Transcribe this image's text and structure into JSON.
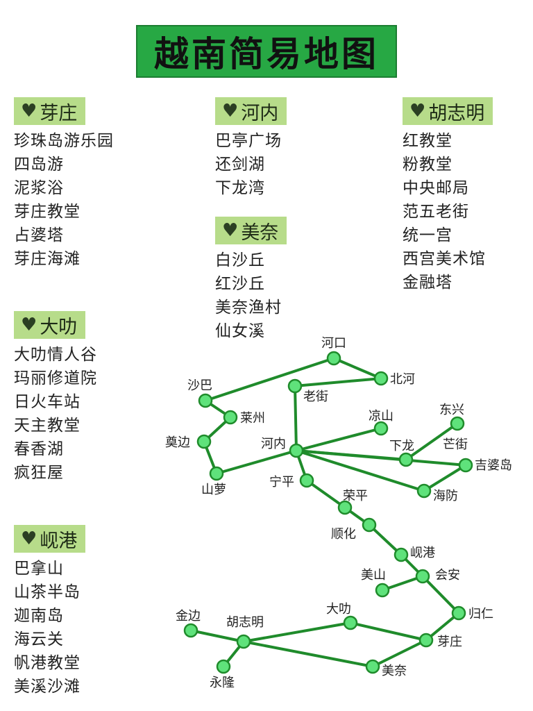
{
  "title": "越南简易地图",
  "sections": [
    {
      "name": "芽庄",
      "items": [
        "珍珠岛游乐园",
        "四岛游",
        "泥浆浴",
        "芽庄教堂",
        "占婆塔",
        "芽庄海滩"
      ]
    },
    {
      "name": "河内",
      "items": [
        "巴亭广场",
        "还剑湖",
        "下龙湾"
      ]
    },
    {
      "name": "胡志明",
      "items": [
        "红教堂",
        "粉教堂",
        "中央邮局",
        "范五老街",
        "统一宫",
        "西宫美术馆",
        "金融塔"
      ]
    },
    {
      "name": "美奈",
      "items": [
        "白沙丘",
        "红沙丘",
        "美奈渔村",
        "仙女溪"
      ]
    },
    {
      "name": "大叻",
      "items": [
        "大叻情人谷",
        "玛丽修道院",
        "日火车站",
        "天主教堂",
        "春香湖",
        "疯狂屋"
      ]
    },
    {
      "name": "岘港",
      "items": [
        "巴拿山",
        "山茶半岛",
        "迦南岛",
        "海云关",
        "帆港教堂",
        "美溪沙滩"
      ]
    }
  ],
  "map": {
    "nodes": [
      {
        "id": "hekou",
        "label": "河口"
      },
      {
        "id": "beihe",
        "label": "北河"
      },
      {
        "id": "laojie",
        "label": "老街"
      },
      {
        "id": "shaba",
        "label": "沙巴"
      },
      {
        "id": "laizhou",
        "label": "莱州"
      },
      {
        "id": "mobian",
        "label": "奠边"
      },
      {
        "id": "shanluo",
        "label": "山萝"
      },
      {
        "id": "hanoi",
        "label": "河内"
      },
      {
        "id": "liangshan",
        "label": "凉山"
      },
      {
        "id": "dongxing",
        "label": "东兴"
      },
      {
        "id": "mangjie",
        "label": "芒街"
      },
      {
        "id": "xialong",
        "label": "下龙"
      },
      {
        "id": "jipodao",
        "label": "吉婆岛"
      },
      {
        "id": "haifang",
        "label": "海防"
      },
      {
        "id": "ningping",
        "label": "宁平"
      },
      {
        "id": "rongping",
        "label": "荣平"
      },
      {
        "id": "shunhua",
        "label": "顺化"
      },
      {
        "id": "xiangang",
        "label": "岘港"
      },
      {
        "id": "huian",
        "label": "会安"
      },
      {
        "id": "meishan",
        "label": "美山"
      },
      {
        "id": "guiren",
        "label": "归仁"
      },
      {
        "id": "yazhuang",
        "label": "芽庄"
      },
      {
        "id": "dalat",
        "label": "大叻"
      },
      {
        "id": "meinai",
        "label": "美奈"
      },
      {
        "id": "hochiminh",
        "label": "胡志明"
      },
      {
        "id": "jinbian",
        "label": "金边"
      },
      {
        "id": "yonglong",
        "label": "永隆"
      }
    ],
    "edges": [
      [
        "shaba",
        "hekou"
      ],
      [
        "hekou",
        "beihe"
      ],
      [
        "beihe",
        "laojie"
      ],
      [
        "laojie",
        "hanoi"
      ],
      [
        "shaba",
        "laizhou"
      ],
      [
        "laizhou",
        "mobian"
      ],
      [
        "mobian",
        "shanluo"
      ],
      [
        "shanluo",
        "hanoi"
      ],
      [
        "hanoi",
        "liangshan"
      ],
      [
        "hanoi",
        "xialong"
      ],
      [
        "hanoi",
        "jipodao"
      ],
      [
        "hanoi",
        "haifang"
      ],
      [
        "haifang",
        "jipodao"
      ],
      [
        "xialong",
        "dongxing"
      ],
      [
        "hanoi",
        "ningping"
      ],
      [
        "ningping",
        "rongping"
      ],
      [
        "rongping",
        "shunhua"
      ],
      [
        "shunhua",
        "xiangang"
      ],
      [
        "xiangang",
        "huian"
      ],
      [
        "huian",
        "meishan"
      ],
      [
        "huian",
        "guiren"
      ],
      [
        "guiren",
        "yazhuang"
      ],
      [
        "yazhuang",
        "dalat"
      ],
      [
        "yazhuang",
        "meinai"
      ],
      [
        "dalat",
        "hochiminh"
      ],
      [
        "meinai",
        "hochiminh"
      ],
      [
        "hochiminh",
        "jinbian"
      ],
      [
        "hochiminh",
        "yonglong"
      ]
    ],
    "colors": {
      "line": "#1f8b2b",
      "node_fill": "#5fe27b",
      "node_stroke": "#1f8b2b"
    }
  }
}
